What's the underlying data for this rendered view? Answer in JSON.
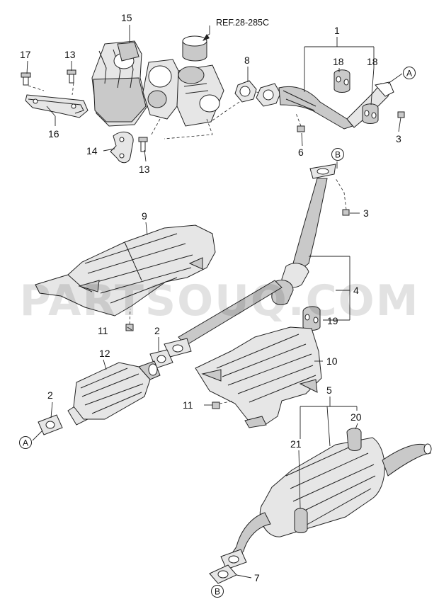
{
  "reference_label": "REF.28-285C",
  "watermark": "PARTSOUQ.COM",
  "callouts": {
    "c1": "1",
    "c2a": "2",
    "c2b": "2",
    "c3a": "3",
    "c3b": "3",
    "c4": "4",
    "c5": "5",
    "c6": "6",
    "c7": "7",
    "c8": "8",
    "c9": "9",
    "c10": "10",
    "c11a": "11",
    "c11b": "11",
    "c12": "12",
    "c13a": "13",
    "c13b": "13",
    "c14": "14",
    "c15": "15",
    "c16": "16",
    "c17": "17",
    "c18a": "18",
    "c18b": "18",
    "c19": "19",
    "c20": "20",
    "c21": "21"
  },
  "connectors": {
    "a1": "A",
    "a2": "A",
    "b1": "B",
    "b2": "B"
  }
}
